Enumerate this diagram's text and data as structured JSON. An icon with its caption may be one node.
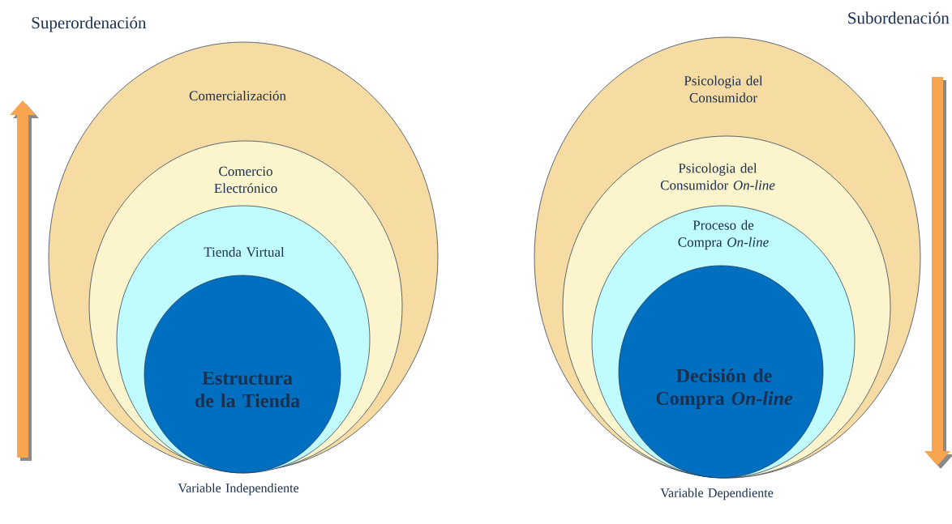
{
  "diagram": {
    "nodes": [
      {
        "text": [
          "Comercialización"
        ]
      },
      {
        "text": [
          "Comercio Electrónico"
        ],
        "in": 0
      },
      {
        "text": [
          "Tienda Virtual"
        ],
        "in": 1
      },
      {
        "text": [
          "Estructura de la Tienda"
        ],
        "in": 2,
        "beside": [
          "Variable Independiente"
        ]
      },
      {
        "text": [
          "Psicologia del Consumidor"
        ]
      },
      {
        "text": [
          "Psicologia del Consumidor *On-line*"
        ],
        "in": 4
      },
      {
        "text": [
          "Proceso de Compra *On-line*"
        ],
        "in": 5
      },
      {
        "text": [
          "Decisión de Compra *On-line*"
        ],
        "in": 6,
        "beside": [
          "Variable Dependiente"
        ]
      }
    ],
    "labels": [
      "Superordenación",
      "Subordenación"
    ]
  }
}
